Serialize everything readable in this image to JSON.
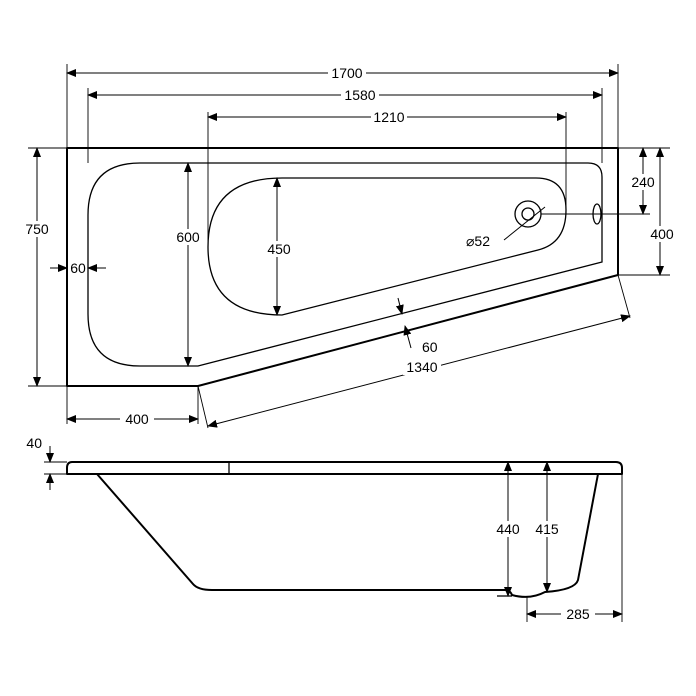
{
  "colors": {
    "ink": "#000000",
    "paper": "#ffffff"
  },
  "plan_view": {
    "overall_length": "1700",
    "inner_length": "1580",
    "basin_length": "1210",
    "overall_width": "750",
    "rim_width": "60",
    "inner_width": "600",
    "basin_width": "450",
    "waste_offset": "240",
    "end_width": "400",
    "rim_width_angled": "60",
    "angled_side_length": "1340",
    "foot_end_width": "400",
    "waste_diameter": "⌀52"
  },
  "side_view": {
    "rim_height": "40",
    "overall_depth": "440",
    "basin_depth": "415",
    "waste_offset": "285"
  }
}
